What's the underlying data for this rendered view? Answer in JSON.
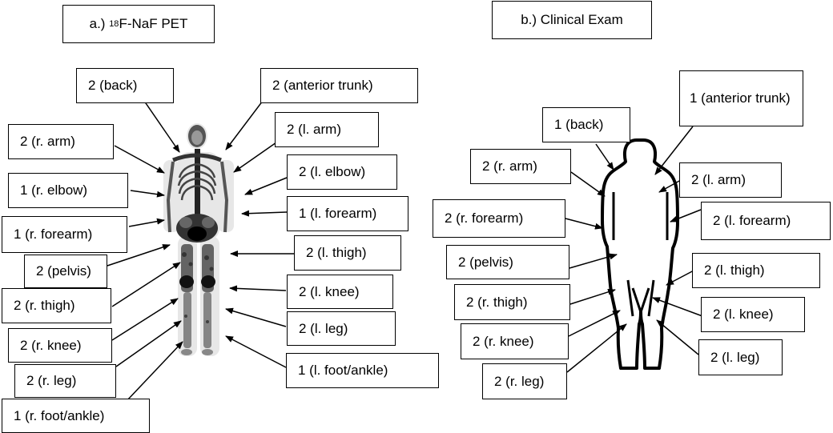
{
  "panels": {
    "a": {
      "prefix": "a.) ",
      "superscript": "18",
      "suffix": "F-NaF PET"
    },
    "b": {
      "title": "b.) Clinical Exam"
    }
  },
  "pet_labels": {
    "back": "2 (back)",
    "anterior_trunk": "2 (anterior trunk)",
    "r_arm": "2 (r. arm)",
    "l_arm": "2 (l. arm)",
    "r_elbow": "1 (r. elbow)",
    "l_elbow": "2 (l. elbow)",
    "r_forearm": "1 (r. forearm)",
    "l_forearm": "1 (l. forearm)",
    "pelvis": "2 (pelvis)",
    "l_thigh": "2 (l. thigh)",
    "r_thigh": "2 (r. thigh)",
    "l_knee": "2 (l. knee)",
    "r_knee": "2 (r. knee)",
    "l_leg": "2 (l. leg)",
    "r_leg": "2 (r. leg)",
    "l_foot_ankle": "1 (l. foot/ankle)",
    "r_foot_ankle": "1 (r. foot/ankle)"
  },
  "exam_labels": {
    "back": "1 (back)",
    "anterior_trunk": "1 (anterior trunk)",
    "r_arm": "2 (r. arm)",
    "l_arm": "2 (l. arm)",
    "r_forearm": "2 (r. forearm)",
    "l_forearm": "2 (l. forearm)",
    "pelvis": "2 (pelvis)",
    "l_thigh": "2 (l. thigh)",
    "r_thigh": "2 (r. thigh)",
    "l_knee": "2 (l. knee)",
    "r_knee": "2 (r. knee)",
    "l_leg": "2 (l. leg)",
    "r_leg": "2 (r. leg)"
  }
}
